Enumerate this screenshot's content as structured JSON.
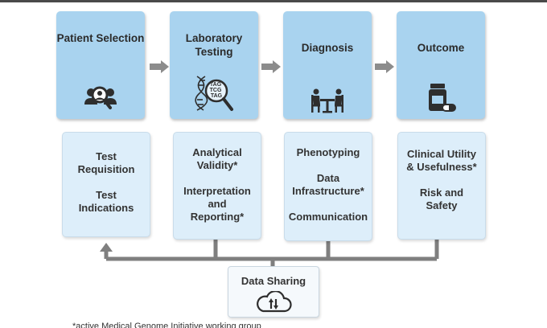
{
  "stages": [
    {
      "title": "Patient\nSelection",
      "icon": "patient-search-icon"
    },
    {
      "title": "Laboratory\nTesting",
      "icon": "dna-magnifier-icon"
    },
    {
      "title": "Diagnosis",
      "icon": "consultation-icon"
    },
    {
      "title": "Outcome",
      "icon": "medication-icon"
    }
  ],
  "details": [
    {
      "text": "Test\nRequisition\n\nTest\nIndications"
    },
    {
      "text": "Analytical\nValidity*\n\nInterpretation\nand\nReporting*"
    },
    {
      "text": "Phenotyping\n\nData\nInfrastructure*\n\nCommunication"
    },
    {
      "text": "Clinical Utility\n& Usefulness*\n\nRisk and\nSafety"
    }
  ],
  "dna_label": "TAG\nTCG\nTAG",
  "data_sharing": {
    "title": "Data Sharing",
    "icon": "cloud-sync-icon"
  },
  "footnote": "*active Medical Genome Initiative working group",
  "colors": {
    "stage_fill": "#a9d3ef",
    "detail_fill": "#ddeefa",
    "connector": "#7f7f7f",
    "arrow": "#8c8c8c"
  }
}
